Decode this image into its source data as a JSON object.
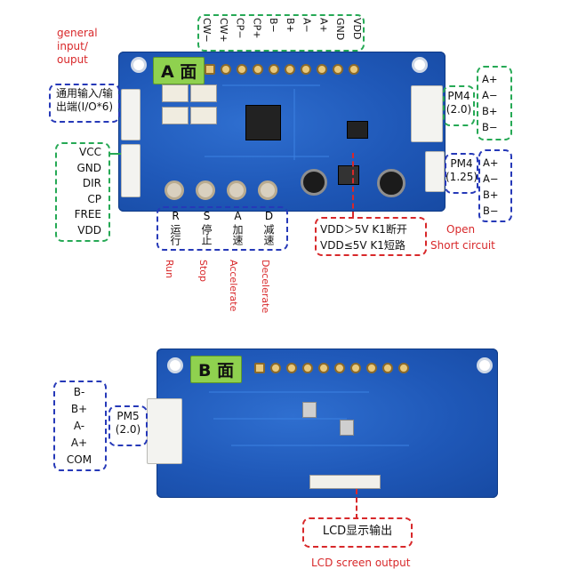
{
  "top_board": {
    "face_label": "A 面",
    "top_pins": [
      "CW−",
      "CW+",
      "CP−",
      "CP+",
      "B−",
      "B+",
      "A−",
      "A+",
      "GND",
      "VDD"
    ],
    "io_label_en": [
      "general",
      "input/",
      "ouput"
    ],
    "io_label_cn": [
      "通用输入/输",
      "出端(I/O*6)"
    ],
    "left_pins": [
      "VCC",
      "GND",
      "DIR",
      "CP",
      "FREE",
      "VDD"
    ],
    "pm4_20": [
      "PM4",
      "(2.0)"
    ],
    "pm4_20_pins": [
      "A+",
      "A−",
      "B+",
      "B−"
    ],
    "pm4_125": [
      "PM4",
      "(1.25)"
    ],
    "pm4_125_pins": [
      "A+",
      "A−",
      "B+",
      "B−"
    ],
    "buttons": [
      {
        "key": "R",
        "cn": "运行",
        "en": "Run"
      },
      {
        "key": "S",
        "cn": "停止",
        "en": "Stop"
      },
      {
        "key": "A",
        "cn": "加速",
        "en": "Accelerate"
      },
      {
        "key": "D",
        "cn": "减速",
        "en": "Decelerate"
      }
    ],
    "k1_lines": [
      "VDD＞5V  K1断开",
      "VDD≤5V  K1短路"
    ],
    "k1_en": [
      "Open",
      "Short circuit"
    ]
  },
  "bottom_board": {
    "face_label": "B 面",
    "pm5_pins": [
      "B-",
      "B+",
      "A-",
      "A+",
      "COM"
    ],
    "pm5_label": [
      "PM5",
      "(2.0)"
    ],
    "lcd_cn": "LCD显示输出",
    "lcd_en": "LCD screen output"
  }
}
